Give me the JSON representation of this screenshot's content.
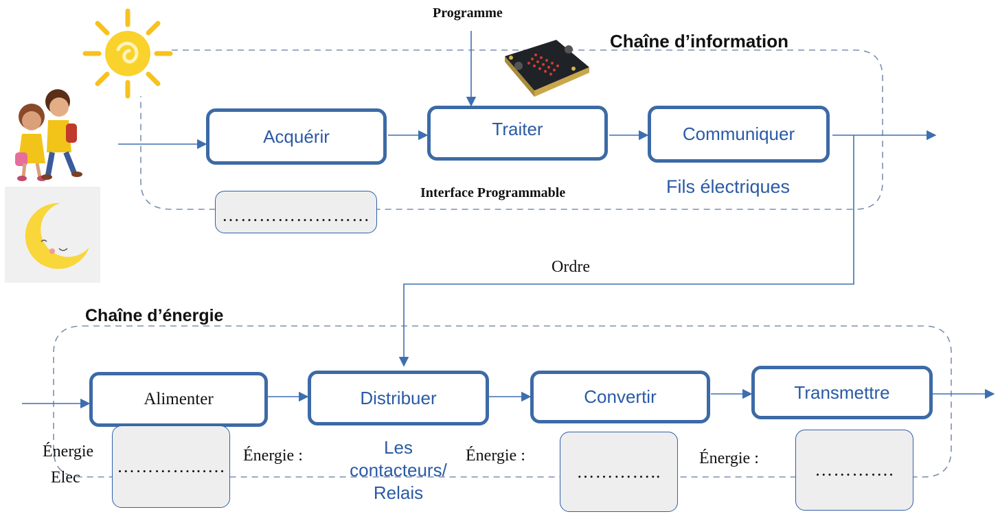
{
  "info_chain": {
    "title": "Chaîne d’information",
    "program_label": "Programme",
    "blocks": {
      "acquerir": "Acquérir",
      "traiter": "Traiter",
      "communiquer": "Communiquer"
    },
    "acquerir_blank": "……………………",
    "traiter_caption": "Interface Programmable",
    "communiquer_caption": "Fils électriques"
  },
  "order_label": "Ordre",
  "energy_chain": {
    "title": "Chaîne d’énergie",
    "blocks": {
      "alimenter": "Alimenter",
      "distribuer": "Distribuer",
      "convertir": "Convertir",
      "transmettre": "Transmettre"
    },
    "alimenter_energy_line1": "Énergie",
    "alimenter_energy_line2": "Elec",
    "alimenter_blank": "…………..….",
    "distribuer_energy": "Énergie :",
    "distribuer_caption_1": "Les",
    "distribuer_caption_2": "contacteurs/",
    "distribuer_caption_3": "Relais",
    "convertir_energy": "Énergie :",
    "convertir_blank": "…………..",
    "transmettre_energy": "Énergie :",
    "transmettre_blank": "…………."
  },
  "colors": {
    "block_border": "#3c6aa6",
    "arrow": "#3d6fb0",
    "dashed": "#7b8fb0",
    "blank_fill": "#eeeeee"
  },
  "icons": [
    "sun-icon",
    "children-icon",
    "moon-icon",
    "microbit-board-icon"
  ]
}
